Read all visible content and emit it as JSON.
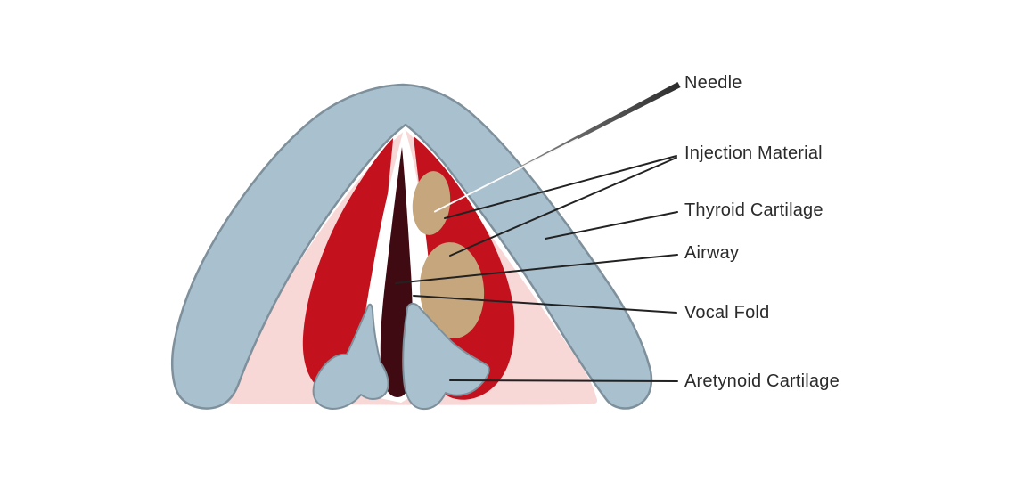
{
  "labels": {
    "needle": "Needle",
    "injection_material": "Injection Material",
    "thyroid_cartilage": "Thyroid Cartilage",
    "airway": "Airway",
    "vocal_fold": "Vocal Fold",
    "arytenoid_cartilage": "Aretynoid Cartilage"
  },
  "colors": {
    "background": "#ffffff",
    "cartilage_blue": "#a9c1cf",
    "cartilage_outline": "#7e909b",
    "soft_tissue_pink": "#f8d7d7",
    "muscle_red": "#c3121e",
    "airway_maroon": "#400a12",
    "injection_tan": "#c6a67c",
    "gap_white": "#ffffff",
    "needle_dark": "#2d2d2d",
    "needle_mid": "#7a7a7a",
    "needle_light": "#e8e8e8",
    "leader_line": "#222222",
    "label_text": "#2b2b2b"
  }
}
